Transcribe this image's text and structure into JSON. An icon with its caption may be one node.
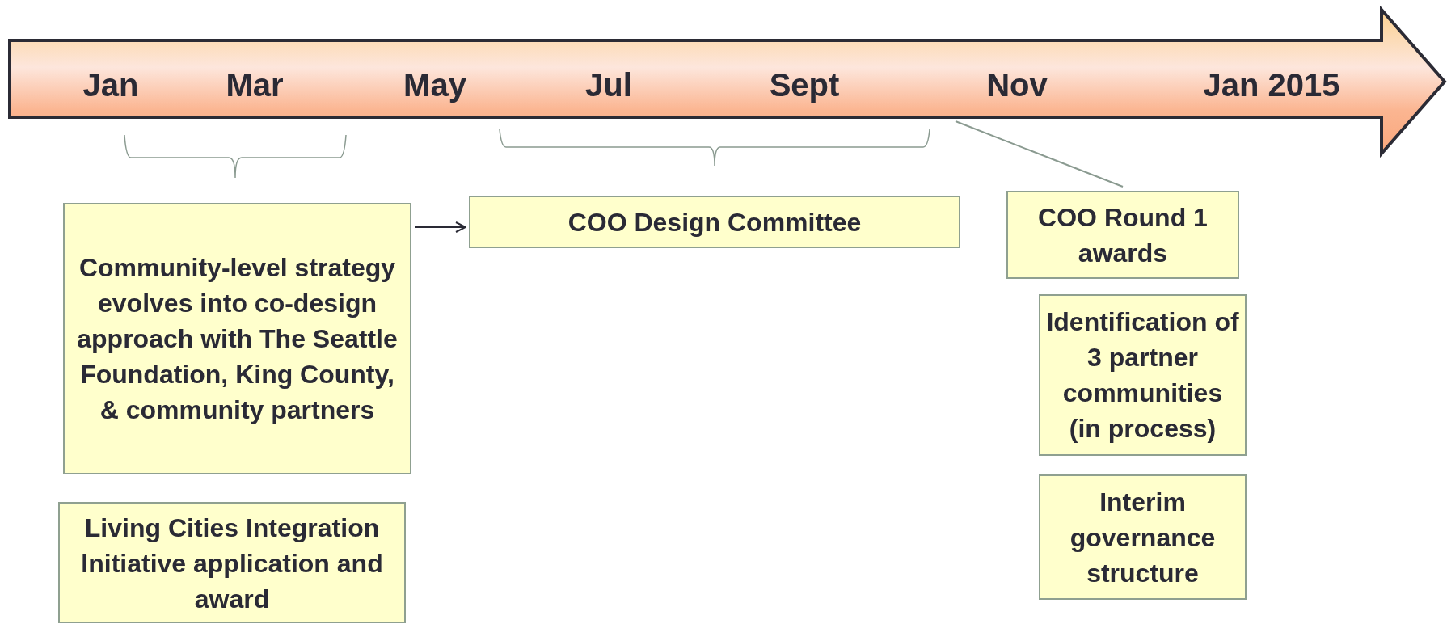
{
  "diagram": {
    "nodes": [
      {
        "text": [
          "Jan",
          "Mar",
          "May",
          "Jul",
          "Sept",
          "Nov",
          "Jan 2015"
        ]
      },
      {
        "text": [
          "Community-level strategy evolves into co-design approach with The Seattle Foundation,  King County, & community partners"
        ]
      },
      {
        "text": [
          "Living Cities Integration Initiative application and award"
        ]
      },
      {
        "text": [
          "COO Design Committee"
        ]
      },
      {
        "text": [
          "COO Round 1 awards"
        ]
      },
      {
        "text": [
          "Identification of 3 partner communities (in process)"
        ]
      },
      {
        "text": [
          "Interim governance structure"
        ]
      }
    ],
    "edges": [
      {
        "from": 1,
        "to": 3,
        "arrow": "to"
      },
      {
        "from": 0,
        "to": 4,
        "arrow": "none",
        "color": "#8a9a90"
      }
    ]
  }
}
